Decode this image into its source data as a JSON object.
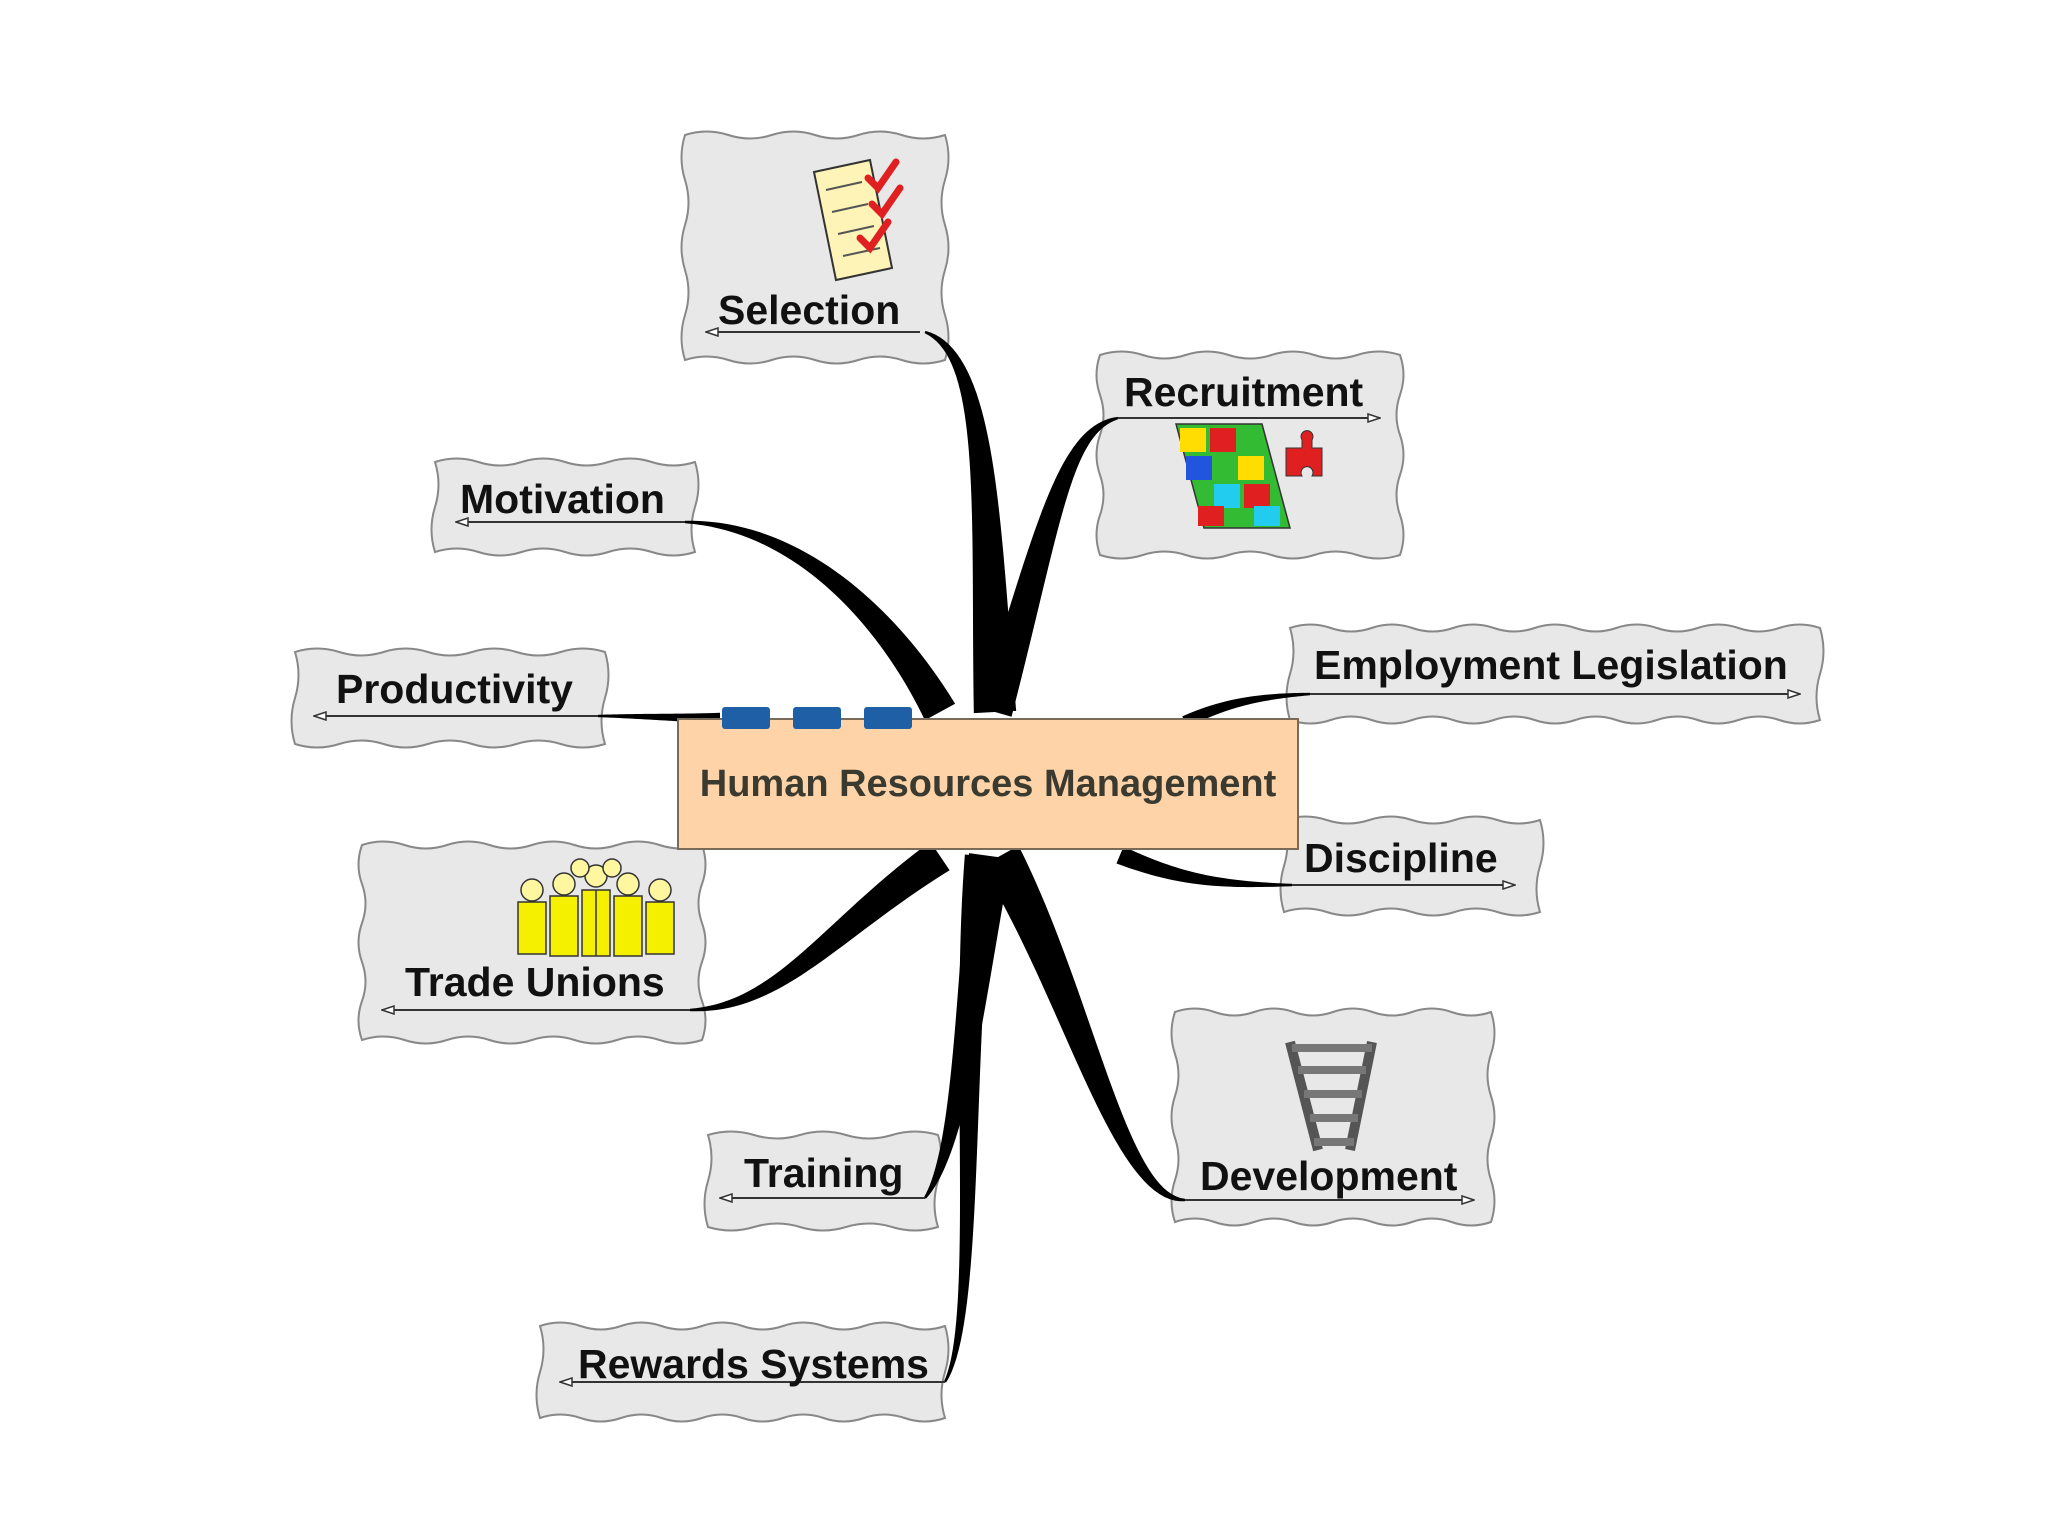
{
  "center": {
    "label": "Human Resources Management",
    "fill": "#fdd3a7"
  },
  "nodes": [
    {
      "id": "selection",
      "label": "Selection",
      "icon": "checklist-icon"
    },
    {
      "id": "recruitment",
      "label": "Recruitment",
      "icon": "jigsaw-puzzle-icon"
    },
    {
      "id": "motivation",
      "label": "Motivation"
    },
    {
      "id": "productivity",
      "label": "Productivity"
    },
    {
      "id": "employment-legislation",
      "label": "Employment Legislation"
    },
    {
      "id": "discipline",
      "label": "Discipline"
    },
    {
      "id": "trade-unions",
      "label": "Trade Unions",
      "icon": "crowd-icon"
    },
    {
      "id": "development",
      "label": "Development",
      "icon": "ladder-icon"
    },
    {
      "id": "training",
      "label": "Training"
    },
    {
      "id": "rewards-systems",
      "label": "Rewards Systems"
    }
  ],
  "colors": {
    "cloud_fill": "#e8e8e8",
    "cloud_stroke": "#888888",
    "branch": "#000000",
    "tabs": "#1f5fa6"
  }
}
